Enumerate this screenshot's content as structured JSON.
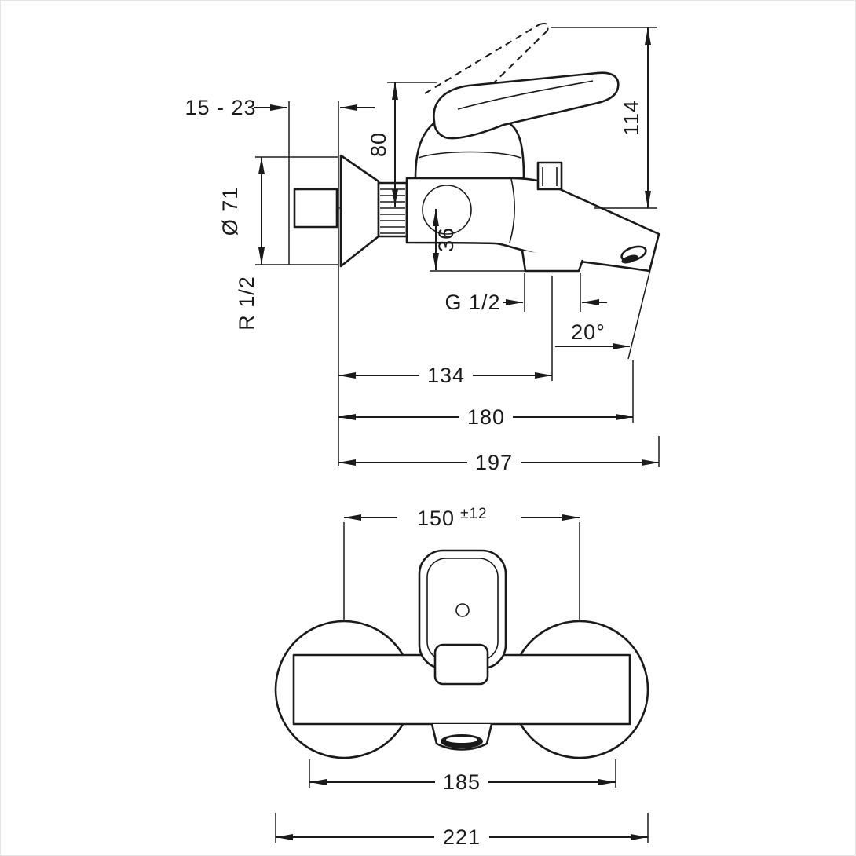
{
  "drawing": {
    "side_view": {
      "wall_depth_range": "15 - 23",
      "escutcheon_diameter": "Ø 71",
      "wall_thread": "R 1/2",
      "handle_height": "80",
      "overall_height": "114",
      "spout_drop": "36",
      "outlet_thread": "G 1/2",
      "spout_angle": "20°",
      "spout_reach": "134",
      "reach_mid": "180",
      "overall_reach": "197"
    },
    "front_view": {
      "connection_distance": "150",
      "connection_tolerance": "±12",
      "body_width": "185",
      "overall_width": "221"
    }
  }
}
